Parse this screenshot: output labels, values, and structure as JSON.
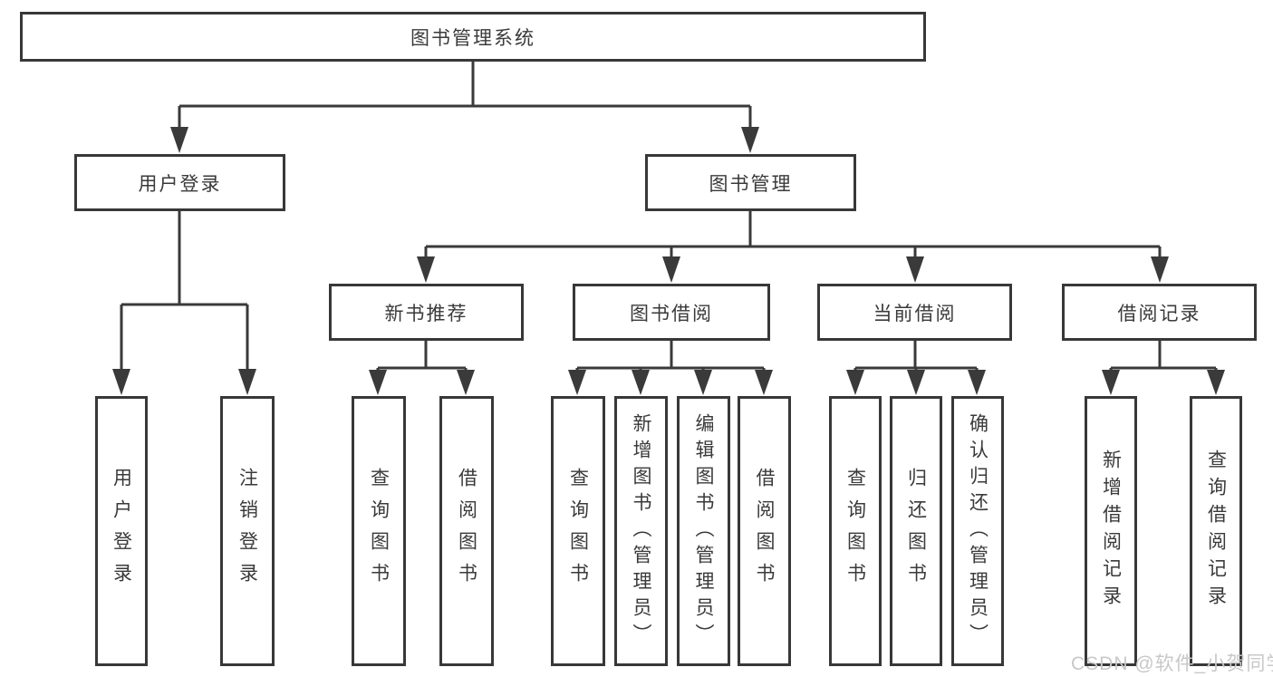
{
  "diagram": {
    "type": "tree",
    "title": "图书管理系统",
    "watermark": "CSDN @软件_小贺同学",
    "colors": {
      "line": "#3a3a3a",
      "box_border": "#383838",
      "text": "#3a3a3a",
      "watermark": "#c8c8c8",
      "background": "#ffffff"
    },
    "root": {
      "label": "图书管理系统",
      "children": [
        {
          "label": "用户登录",
          "children": [
            {
              "label": "用户登录"
            },
            {
              "label": "注销登录"
            }
          ]
        },
        {
          "label": "图书管理",
          "children": [
            {
              "label": "新书推荐",
              "children": [
                {
                  "label": "查询图书"
                },
                {
                  "label": "借阅图书"
                }
              ]
            },
            {
              "label": "图书借阅",
              "children": [
                {
                  "label": "查询图书"
                },
                {
                  "label": "新增图书（管理员）"
                },
                {
                  "label": "编辑图书（管理员）"
                },
                {
                  "label": "借阅图书"
                }
              ]
            },
            {
              "label": "当前借阅",
              "children": [
                {
                  "label": "查询图书"
                },
                {
                  "label": "归还图书"
                },
                {
                  "label": "确认归还（管理员）"
                }
              ]
            },
            {
              "label": "借阅记录",
              "children": [
                {
                  "label": "新增借阅记录"
                },
                {
                  "label": "查询借阅记录"
                }
              ]
            }
          ]
        }
      ]
    }
  }
}
